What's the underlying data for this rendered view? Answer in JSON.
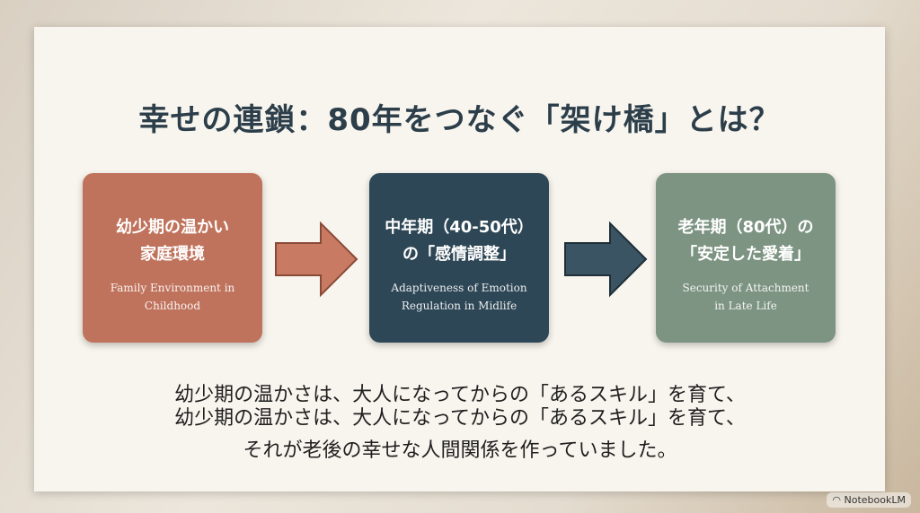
{
  "title": "幸せの連鎖：80年をつなぐ「架け橋」とは？",
  "stages": [
    {
      "jp_line1": "幼少期の温かい",
      "jp_line2": "家庭環境",
      "en_line1": "Family Environment in",
      "en_line2": "Childhood",
      "color": "#c0735c"
    },
    {
      "jp_line1": "中年期（40-50代）",
      "jp_line2": "の「感情調整」",
      "en_line1": "Adaptiveness of Emotion",
      "en_line2": "Regulation in Midlife",
      "color": "#2e4756"
    },
    {
      "jp_line1": "老年期（80代）の",
      "jp_line2": "「安定した愛着」",
      "en_line1": "Security of Attachment",
      "en_line2": "in Late Life",
      "color": "#7d9482"
    }
  ],
  "bottom": {
    "line1": "幼少期の温かさは、大人になってからの「あるスキル」を育て、",
    "line2": "幼少期の温かさは、大人になってからの「あるスキル」を育て、",
    "line3": "それが老後の幸せな人間関係を作っていました。"
  },
  "brand": "NotebookLM"
}
